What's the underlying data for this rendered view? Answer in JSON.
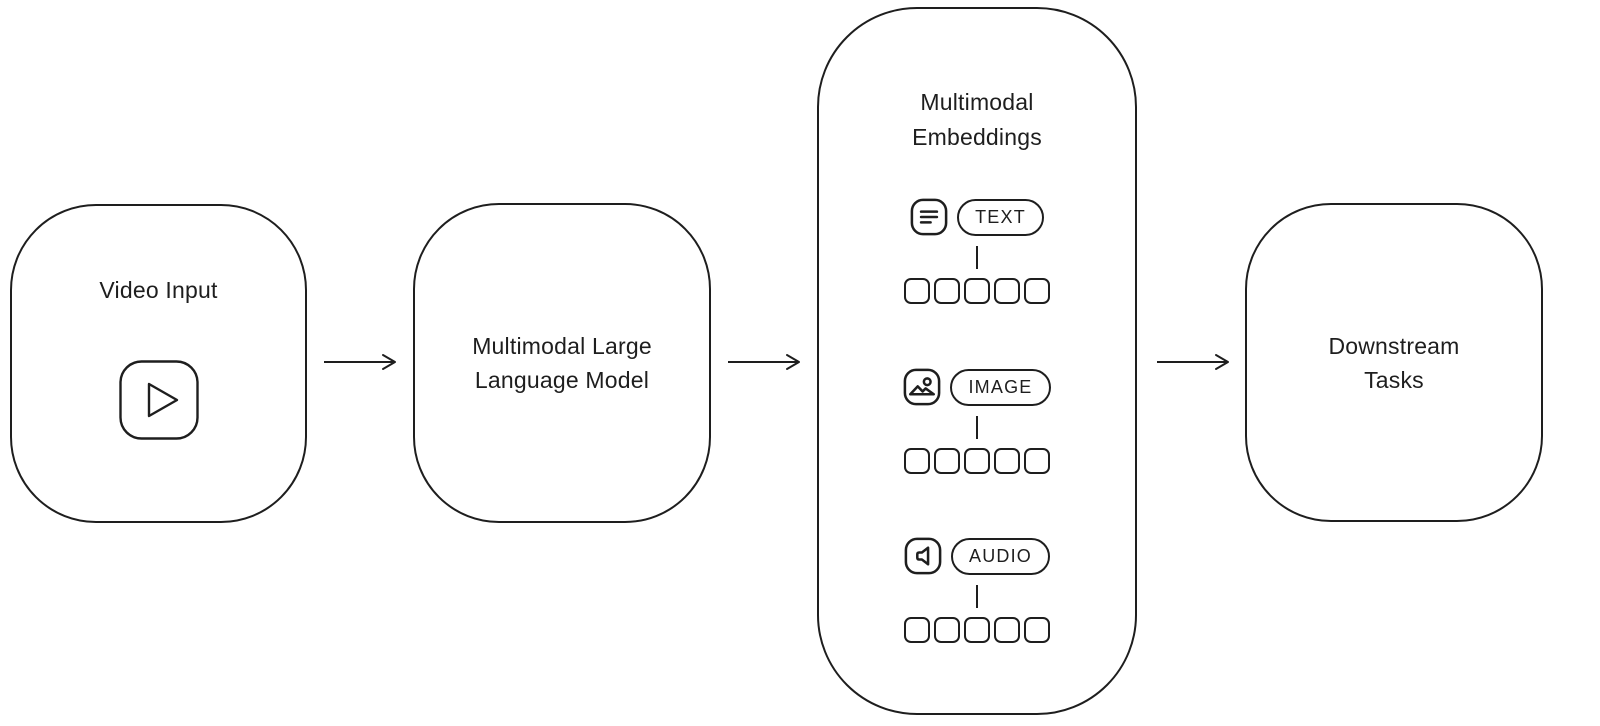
{
  "diagram": {
    "background_color": "#ffffff",
    "stroke_color": "#1e1e1e",
    "nodes": {
      "video_input": {
        "label": "Video Input",
        "icon": "play-icon"
      },
      "mllm": {
        "label_line1": "Multimodal Large",
        "label_line2": "Language Model"
      },
      "embeddings": {
        "title_line1": "Multimodal",
        "title_line2": "Embeddings",
        "modalities": [
          {
            "label": "TEXT",
            "icon": "text-lines-icon",
            "token_count": 5
          },
          {
            "label": "IMAGE",
            "icon": "image-icon",
            "token_count": 5
          },
          {
            "label": "AUDIO",
            "icon": "speaker-icon",
            "token_count": 5
          }
        ]
      },
      "downstream": {
        "label_line1": "Downstream",
        "label_line2": "Tasks"
      }
    },
    "connections": [
      {
        "from": "video_input",
        "to": "mllm"
      },
      {
        "from": "mllm",
        "to": "embeddings"
      },
      {
        "from": "embeddings",
        "to": "downstream"
      }
    ]
  }
}
